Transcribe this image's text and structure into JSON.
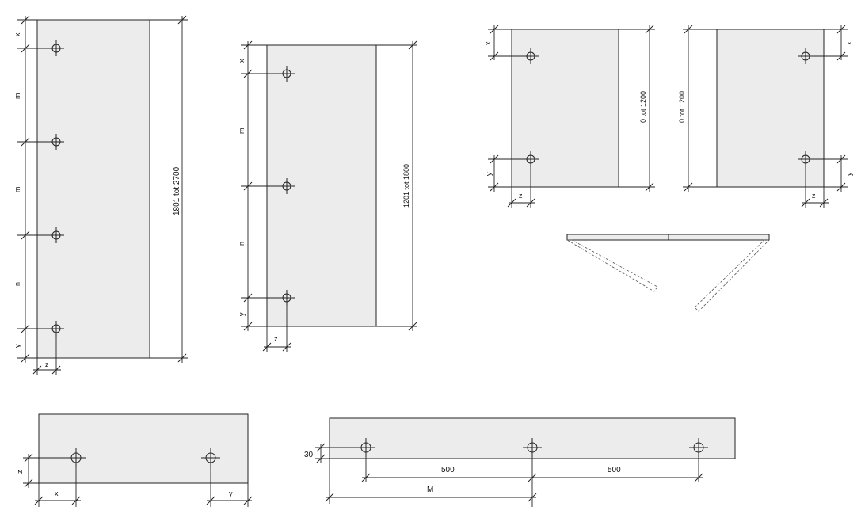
{
  "labels": {
    "x": "x",
    "y": "y",
    "z": "z",
    "m": "m",
    "n": "n",
    "M": "M",
    "range_1801_2700": "1801 tot 2700",
    "range_1201_1800": "1201 tot 1800",
    "range_0_1200": "0 tot 1200",
    "dim_30": "30",
    "dim_500": "500"
  },
  "colors": {
    "panel_fill": "#ececec",
    "line": "#222222",
    "background": "#ffffff"
  }
}
